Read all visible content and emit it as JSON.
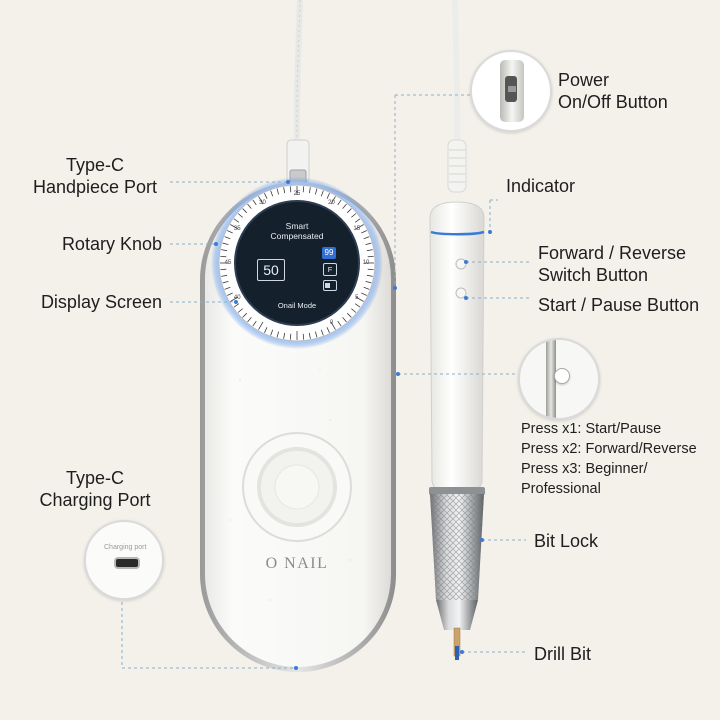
{
  "labels": {
    "handpiece_port": [
      "Type-C",
      "Handpiece Port"
    ],
    "rotary_knob": "Rotary Knob",
    "display_screen": "Display Screen",
    "charging_port": [
      "Type-C",
      "Charging Port"
    ],
    "power_button": [
      "Power",
      "On/Off Button"
    ],
    "indicator": "Indicator",
    "forward_reverse": [
      "Forward / Reverse",
      "Switch Button"
    ],
    "start_pause": "Start / Pause Button",
    "bit_lock": "Bit Lock",
    "drill_bit": "Drill Bit"
  },
  "press_info": [
    "Press x1: Start/Pause",
    "Press x2: Forward/Reverse",
    "Press x3: Beginner/",
    "Professional"
  ],
  "screen": {
    "title_line1": "Smart",
    "title_line2": "Compensated",
    "speed": "50",
    "badge_number": "99",
    "badge_letter": "F",
    "mode": "Onail Mode"
  },
  "brand": "O NAIL",
  "charging_port_text": "Charging port",
  "dial_ticks": [
    "35",
    "30",
    "25",
    "20",
    "15",
    "10",
    "5",
    "0",
    "40",
    "45"
  ],
  "colors": {
    "background": "#f4f1eb",
    "device_body": "#f7f7f5",
    "screen": "#15202c",
    "accent_blue": "#3a7bd5",
    "callout_line": "#8ab0c8"
  }
}
